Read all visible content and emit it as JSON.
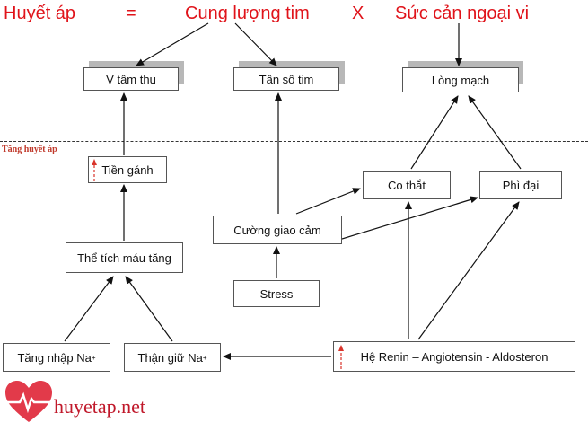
{
  "header": {
    "blood_pressure": "Huyết áp",
    "equals": "=",
    "cardiac_output": "Cung lượng tim",
    "times": "X",
    "peripheral_resistance": "Sức cản ngoại vi"
  },
  "threshold_label": "Tăng huyết áp",
  "nodes": {
    "stroke_volume": "V tâm thu",
    "heart_rate": "Tần số tim",
    "vessel_lumen": "Lòng mạch",
    "preload": "Tiền gánh",
    "constriction": "Co thắt",
    "hypertrophy": "Phì đại",
    "sympathetic": "Cường giao cảm",
    "blood_volume": "Thể tích máu tăng",
    "stress": "Stress",
    "sodium_intake": "Tăng nhập Na",
    "kidney_retention": "Thận giữ Na",
    "sodium_superscript": "+",
    "raas": "Hệ Renin – Angiotensin - Aldosteron"
  },
  "logo": {
    "text": "huyetap.net"
  },
  "colors": {
    "header": "#e0131a",
    "threshold": "#c0392b",
    "logo": "#c0182a"
  }
}
